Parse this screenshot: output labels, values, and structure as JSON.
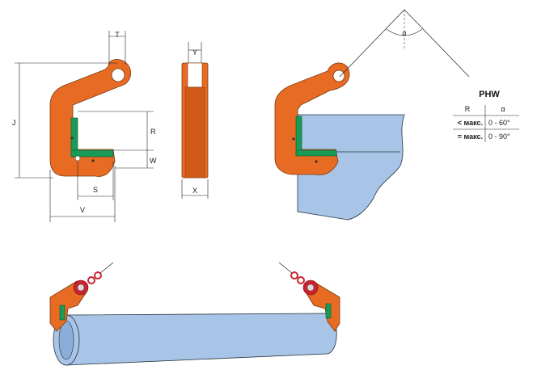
{
  "labels": {
    "T": "T",
    "J": "J",
    "R": "R",
    "W": "W",
    "S": "S",
    "V": "V",
    "Y": "Y",
    "X": "X",
    "alpha": "α"
  },
  "table": {
    "title": "PHW",
    "col_r": "R",
    "col_alpha": "α",
    "rows": [
      {
        "r": "< макс.",
        "alpha": "0 - 60°"
      },
      {
        "r": "= макс.",
        "alpha": "0 - 90°"
      }
    ]
  },
  "colors": {
    "clamp": "#e86b24",
    "pad": "#1a9a57",
    "plate": "#a8c4e6",
    "chain": "#c8242f"
  }
}
